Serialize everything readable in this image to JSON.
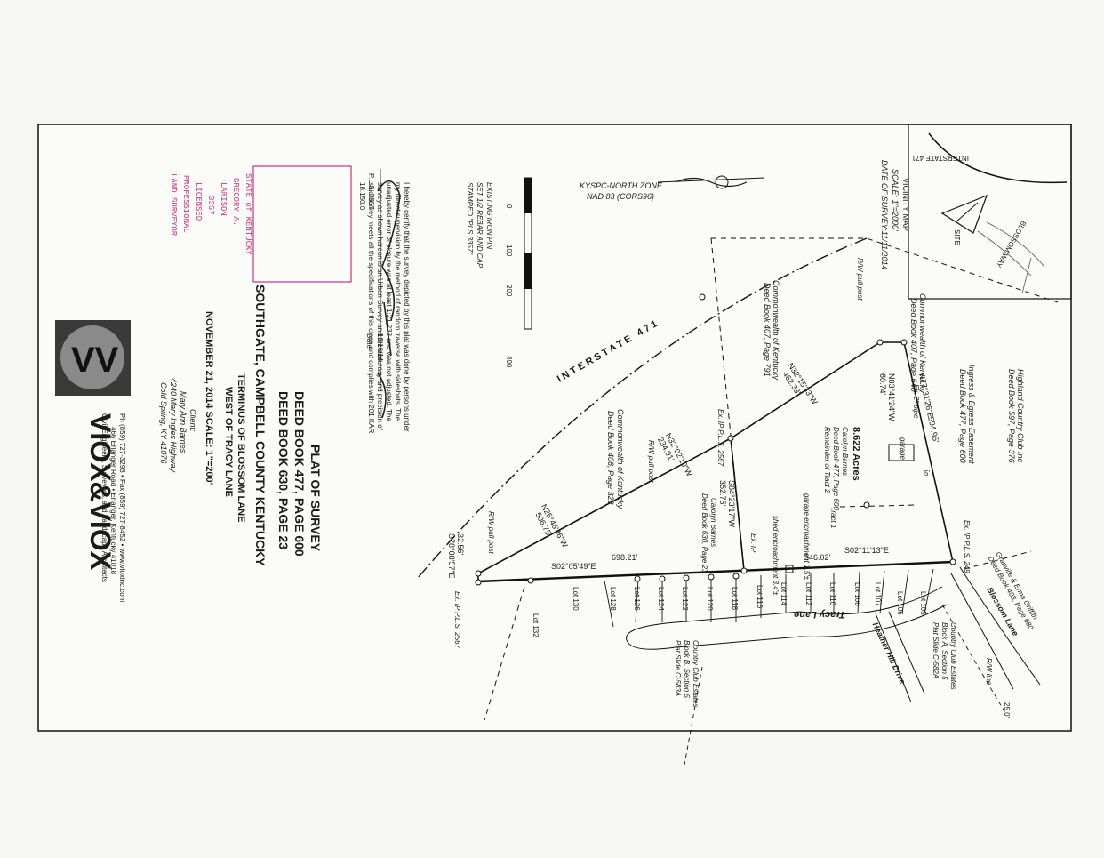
{
  "title_block": {
    "title": "PLAT OF SURVEY",
    "deed1": "DEED BOOK 477, PAGE 600",
    "deed2": "DEED BOOK 630, PAGE 23",
    "location": "SOUTHGATE, CAMPBELL COUNTY   KENTUCKY",
    "terminus1": "TERMINUS OF BLOSSOM LANE",
    "terminus2": "WEST OF TRACY LANE",
    "date_scale": "NOVEMBER 21, 2014   SCALE: 1\"=200'",
    "client_label": "Client:",
    "client_name": "Mary Ann Barnes",
    "client_addr1": "4240 Mary Ingles Highway",
    "client_addr2": "Cold Spring, KY 41076"
  },
  "company": {
    "name": "VIOX&VIOX",
    "tagline": "Civil Engineers, Surveyors, and Landscape Architects",
    "address": "466 Erlanger Road • Erlanger, Kentucky 41018",
    "phone": "Ph (859) 727-3293 • Fax (859) 727-8452 • www.vioxinc.com"
  },
  "vicinity": {
    "title": "VICINITY MAP",
    "scale": "SCALE: 1\"=2000'",
    "date": "DATE OF SURVEY:11/11/2014",
    "interstate": "INTERSTATE 471",
    "road": "BLOSSOM WAY",
    "site": "SITE"
  },
  "coord": {
    "zone": "KYSPC-NORTH ZONE",
    "datum": "NAD 83 (CORS96)"
  },
  "legend": {
    "scale_ticks": [
      "0",
      "100",
      "200",
      "400"
    ],
    "existing": "EXISTING IRON PIN",
    "set1": "SET 1/2 REBAR AND CAP",
    "set2": "STAMPED \"PLS 3357\""
  },
  "certification": [
    "I hereby certify that the survey depicted by this plat was done by persons under",
    "my direct supervision by the method of random traverse with sideshots. The",
    "unadjusted error of closure was at least 1:21,232 and was not adjusted. The",
    "survey as shown hereon is an Urban Survey and the accuracy and precision of",
    "said survey meets all the specifications of this class and complies with 201 KAR",
    "18:150.0"
  ],
  "signature": {
    "pls": "P.L.S. 3357",
    "date_value": "12/16/14",
    "date_label": "Date"
  },
  "stamp": [
    "STATE of KENTUCKY",
    "GREGORY A.",
    "LARISON",
    "3357",
    "LICENSED",
    "PROFESSIONAL",
    "LAND SURVEYOR"
  ],
  "labels": {
    "interstate": "INTERSTATE 471",
    "centerline": "℄",
    "cok640_1": "Commonwealth of Kentucky",
    "cok640_2": "Deed Book 407, Page 640",
    "cok791_1": "Commonwealth of Kentucky",
    "cok791_2": "Deed Book 407, Page 791",
    "cok322_1": "Commonwealth of Kentucky",
    "cok322_2": "Deed Book 406, Page 322",
    "highland1": "Highland Country Club Inc",
    "highland2": "Deed Book 597, Page 376",
    "ingress1": "Ingress & Egress Easement",
    "ingress2": "Deed Book 477, Page 600",
    "acres": "8.622 Acres",
    "owner1": "Carolyn Barnes",
    "owner1_deed": "Deed Book 477, Page 600",
    "owner1_tract": "Remainder of Tract 2",
    "tract1": "Tract 1",
    "owner2": "Carolyn Barnes",
    "owner2_deed": "Deed Book 630, Page 23",
    "garage": "garage",
    "garage_enc": "garage encroachment 1.5'±",
    "shed_enc": "shed encroachment 3.4'±",
    "five": "5'",
    "rw1": "R/W pull post",
    "rw2": "R/W pull post",
    "rw3": "R/W pull post",
    "rwline": "R/W line",
    "exip1": "Ex. IP P.L.S. 2567",
    "exip2": "Ex. IP P.L.S. 2567",
    "exip3": "Ex. IP P.L.S. 249",
    "exip4": "Ex. IP",
    "expipe": "Ex. 2\" pipe",
    "b1": "N32°15'33\"W",
    "b1d": "462.33'",
    "b2": "N32°02'10\"W",
    "b2d": "234.91'",
    "b3": "N25°46'46\"W",
    "b3d": "506.75'",
    "b4": "S78°08'57\"E",
    "b4d": "32.56'",
    "b5": "S02°05'49\"E",
    "b5d": "698.21'",
    "b6": "S02°11'13\"E",
    "b6d": "546.02'",
    "b7": "S84°23'17\"W",
    "b7d": "352.75'",
    "b8": "N77°31'26\"E",
    "b8d": "594.95'",
    "b9": "N03°41'24\"W",
    "b9d": "60.74'",
    "lots": [
      "Lot 105",
      "Lot 106",
      "Lot 107",
      "Lot 108",
      "Lot 110",
      "Lot 112",
      "Lot 114",
      "Lot 116",
      "Lot 118",
      "Lot 120",
      "Lot 122",
      "Lot 124",
      "Lot 126",
      "Lot 128",
      "Lot 130",
      "Lot 132"
    ],
    "tracy": "Tracy Lane",
    "heather": "Heather Hill Drive",
    "blossom": "Blossom Lane",
    "granville1": "Granville & Erma Griffith",
    "granville2": "Deed Book 403, Page 680",
    "cce5a_1": "Country Club Estates",
    "cce5a_2": "Block A, Section 5",
    "cce5a_3": "Plat Slide C-582A",
    "cce5b_1": "Country Club Estates",
    "cce5b_2": "Block B, Section 5",
    "cce5b_3": "Plat Slide C-583A",
    "dim25": "25.0'"
  }
}
